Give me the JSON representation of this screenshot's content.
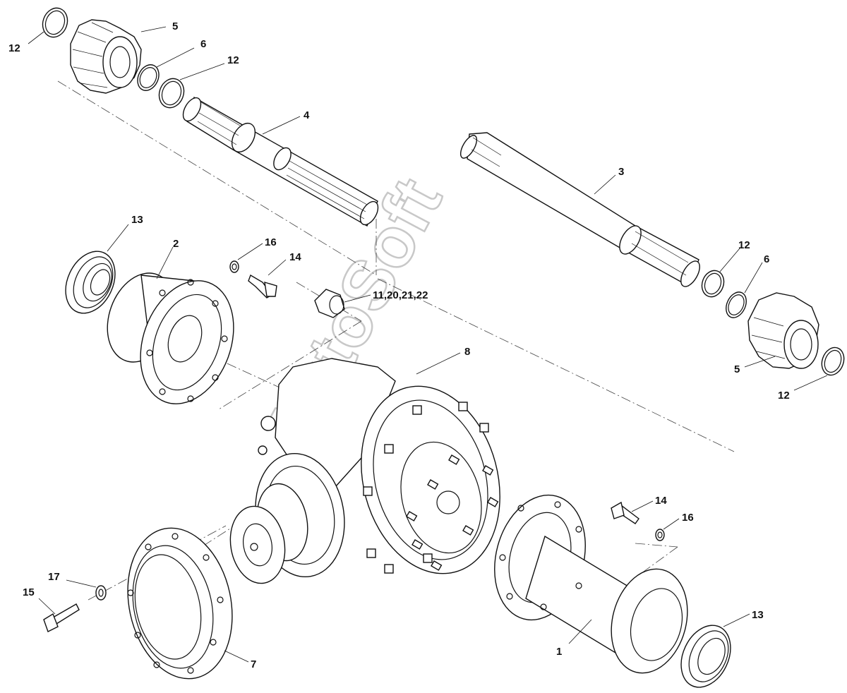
{
  "diagram": {
    "watermark": "AutoSoft",
    "callouts": {
      "c1": "1",
      "c2": "2",
      "c3": "3",
      "c4": "4",
      "c5_top": "5",
      "c5_right": "5",
      "c6_top": "6",
      "c6_right": "6",
      "c7": "7",
      "c8": "8",
      "c11": "11,20,21,22",
      "c12_topleft": "12",
      "c12_top": "12",
      "c12_right_top": "12",
      "c12_right_bottom": "12",
      "c13_left": "13",
      "c13_right": "13",
      "c14_top": "14",
      "c14_right": "14",
      "c15": "15",
      "c16_top": "16",
      "c16_right": "16",
      "c17": "17"
    }
  }
}
